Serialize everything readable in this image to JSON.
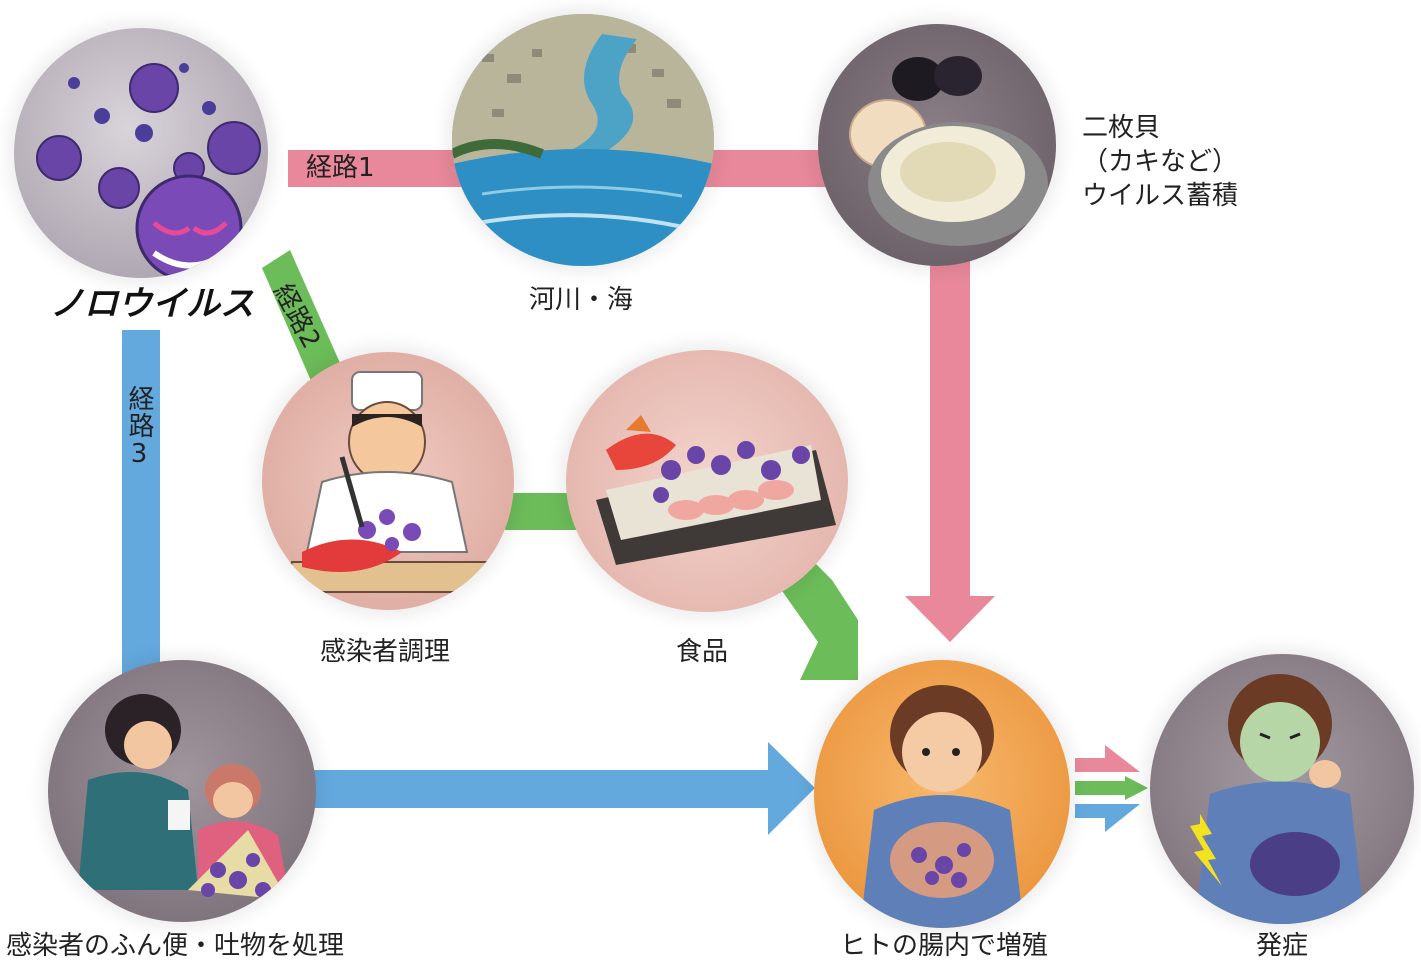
{
  "title": "ノロウイルス",
  "routes": {
    "route1": "経路1",
    "route2": "経路2",
    "route3": "経路3"
  },
  "nodes": {
    "virus": {
      "label": "ノロウイルス"
    },
    "river": {
      "label": "河川・海"
    },
    "shellfish": {
      "label_lines": [
        "二枚貝",
        "（カキなど）",
        "ウイルス蓄積"
      ]
    },
    "infected_cook": {
      "label": "感染者調理"
    },
    "food": {
      "label": "食品"
    },
    "handling_waste": {
      "label": "感染者のふん便・吐物を処理"
    },
    "intestine": {
      "label": "ヒトの腸内で増殖"
    },
    "onset": {
      "label": "発症"
    }
  },
  "colors": {
    "route1": "#e9889b",
    "route2": "#6cbd5a",
    "route3": "#64a9de",
    "virus_circle": "#b9b2ba",
    "river_circle": "#3a9ccf",
    "shellfish_circle": "#786d74",
    "cook_circle": "#e3b6ae",
    "food_circle": "#e7bcb4",
    "waste_circle": "#8c8088",
    "intestine_circle": "#f2a350",
    "onset_circle": "#8f858c"
  },
  "icons": {
    "virus": "virus-cluster-illustration",
    "river": "river-to-sea-illustration",
    "shellfish": "oyster-clam-illustration",
    "cook": "chef-cutting-fish-illustration",
    "food": "sashimi-plate-illustration",
    "waste": "person-cleaning-vomit-illustration",
    "intestine": "boy-holding-stomach-illustration",
    "onset": "sick-boy-illustration"
  }
}
